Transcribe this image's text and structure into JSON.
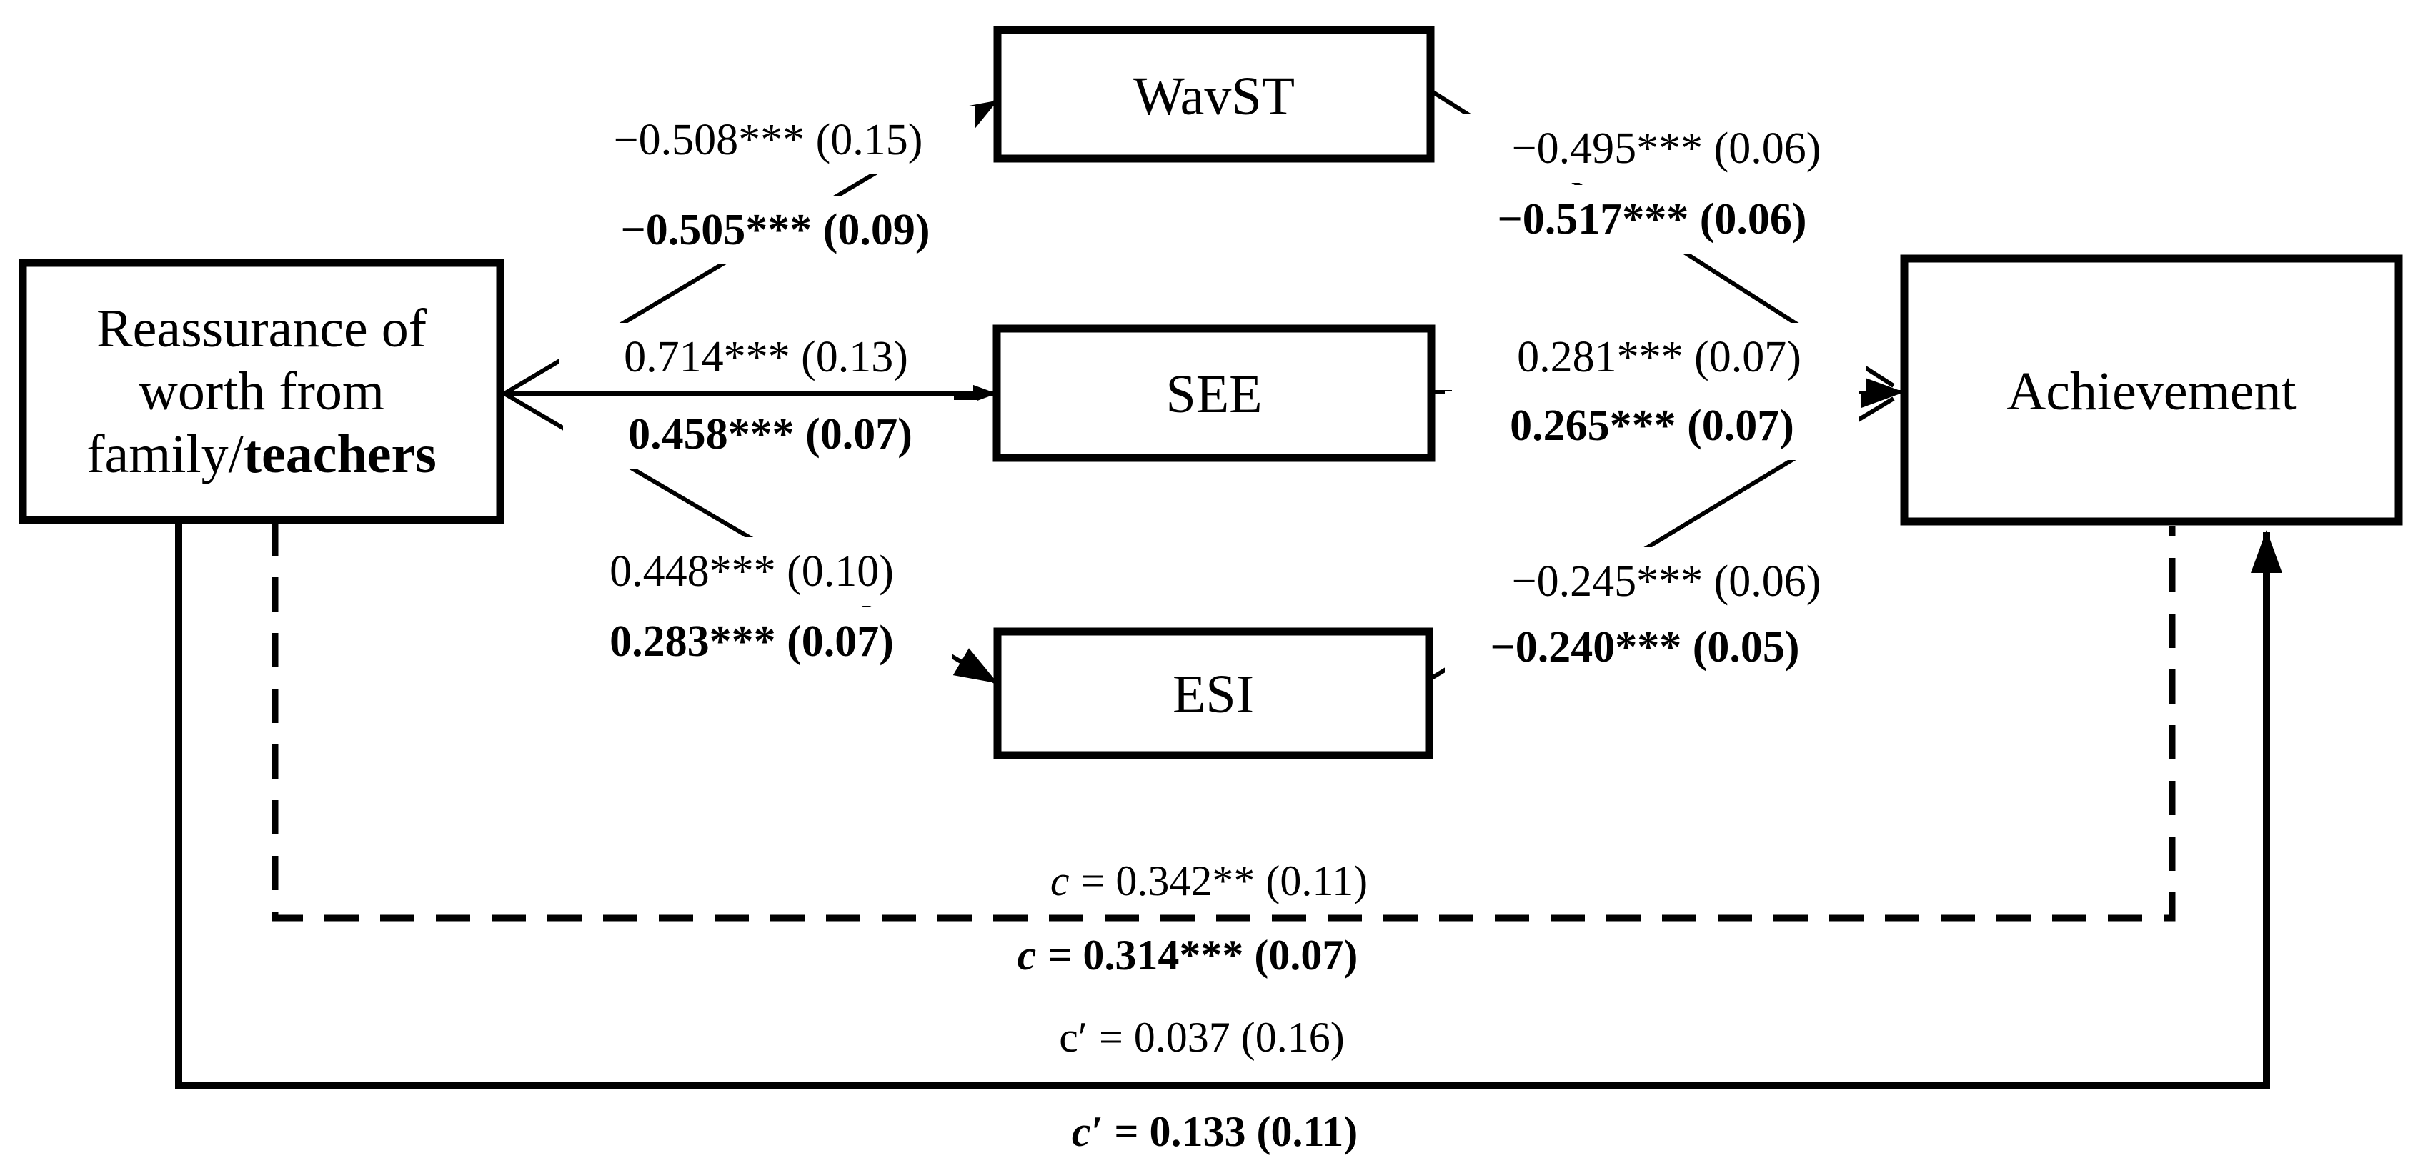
{
  "figure": {
    "background": "#ffffff",
    "ink": "#000000",
    "boxes": {
      "predictor": {
        "line1": "Reassurance of",
        "line2": "worth from",
        "line3_regular": "family/",
        "line3_bold": "teachers"
      },
      "mediator_top": {
        "label": "WavST"
      },
      "mediator_middle": {
        "label": "SEE"
      },
      "mediator_bottom": {
        "label": "ESI"
      },
      "outcome": {
        "label": "Achievement"
      }
    },
    "path_labels": {
      "predictor_to_wavst": {
        "regular": "−0.508*** (0.15)",
        "bold": "−0.505*** (0.09)"
      },
      "predictor_to_see": {
        "regular": "0.714*** (0.13)",
        "bold": "0.458*** (0.07)"
      },
      "predictor_to_esi": {
        "regular": "0.448*** (0.10)",
        "bold": "0.283*** (0.07)"
      },
      "wavst_to_achievement": {
        "regular": "−0.495*** (0.06)",
        "bold": "−0.517*** (0.06)"
      },
      "see_to_achievement": {
        "regular": "0.281*** (0.07)",
        "bold": "0.265*** (0.07)"
      },
      "esi_to_achievement": {
        "regular": "−0.245*** (0.06)",
        "bold": "−0.240*** (0.05)"
      },
      "total_effect": {
        "symbol": "c",
        "regular": "= 0.342** (0.11)",
        "bold": "= 0.314*** (0.07)"
      },
      "direct_effect": {
        "symbol": "c′",
        "regular": "= 0.037 (0.16)",
        "bold": "= 0.133 (0.11)"
      }
    }
  }
}
